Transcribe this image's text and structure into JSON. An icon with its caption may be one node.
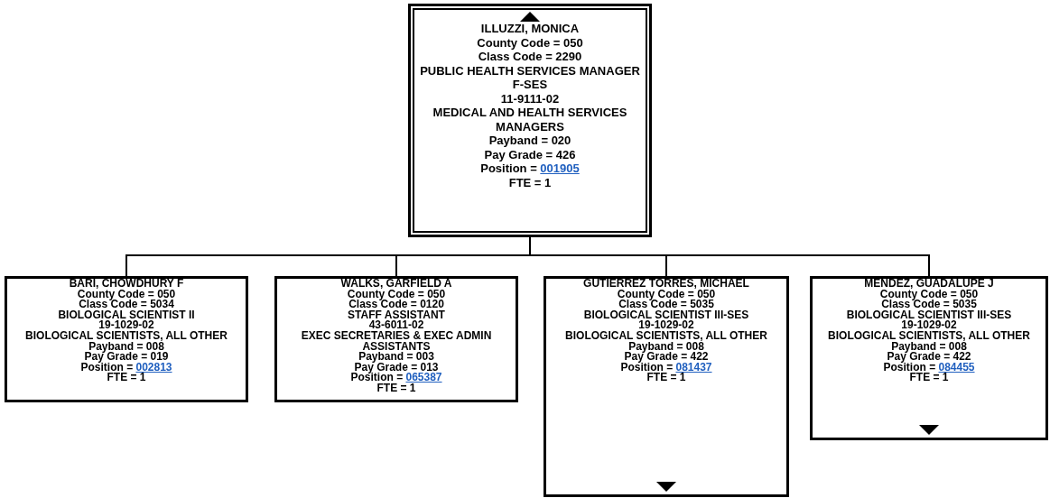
{
  "diagram": {
    "nodes": [
      {
        "text": [
          "ILLUZZI, MONICA",
          "County Code = 050",
          "Class Code = 2290",
          "PUBLIC HEALTH SERVICES MANAGER F-SES",
          "11-9111-02",
          "MEDICAL AND HEALTH SERVICES MANAGERS",
          "Payband = 020",
          "Pay Grade = 426",
          "Position = 001905",
          "FTE = 1"
        ]
      },
      {
        "text": [
          "BARI, CHOWDHURY F",
          "County Code = 050",
          "Class Code = 5034",
          "BIOLOGICAL SCIENTIST II",
          "19-1029-02",
          "BIOLOGICAL SCIENTISTS, ALL OTHER",
          "Payband = 008",
          "Pay Grade = 019",
          "Position = 002813",
          "FTE = 1"
        ]
      },
      {
        "text": [
          "WALKS, GARFIELD A",
          "County Code = 050",
          "Class Code = 0120",
          "STAFF ASSISTANT",
          "43-6011-02",
          "EXEC SECRETARIES & EXEC ADMIN ASSISTANTS",
          "Payband = 003",
          "Pay Grade = 013",
          "Position = 065387",
          "FTE = 1"
        ]
      },
      {
        "text": [
          "GUTIERREZ TORRES, MICHAEL",
          "County Code = 050",
          "Class Code = 5035",
          "BIOLOGICAL SCIENTIST III-SES",
          "19-1029-02",
          "BIOLOGICAL SCIENTISTS, ALL OTHER",
          "Payband = 008",
          "Pay Grade = 422",
          "Position = 081437",
          "FTE = 1"
        ]
      },
      {
        "text": [
          "MENDEZ, GUADALUPE J",
          "County Code = 050",
          "Class Code = 5035",
          "BIOLOGICAL SCIENTIST III-SES",
          "19-1029-02",
          "BIOLOGICAL SCIENTISTS, ALL OTHER",
          "Payband = 008",
          "Pay Grade = 422",
          "Position = 084455",
          "FTE = 1"
        ]
      }
    ],
    "edges": [
      {
        "from": 0,
        "to": 1,
        "arrow": "none"
      },
      {
        "from": 0,
        "to": 2,
        "arrow": "none"
      },
      {
        "from": 0,
        "to": 3,
        "arrow": "none"
      },
      {
        "from": 0,
        "to": 4,
        "arrow": "none"
      }
    ]
  }
}
